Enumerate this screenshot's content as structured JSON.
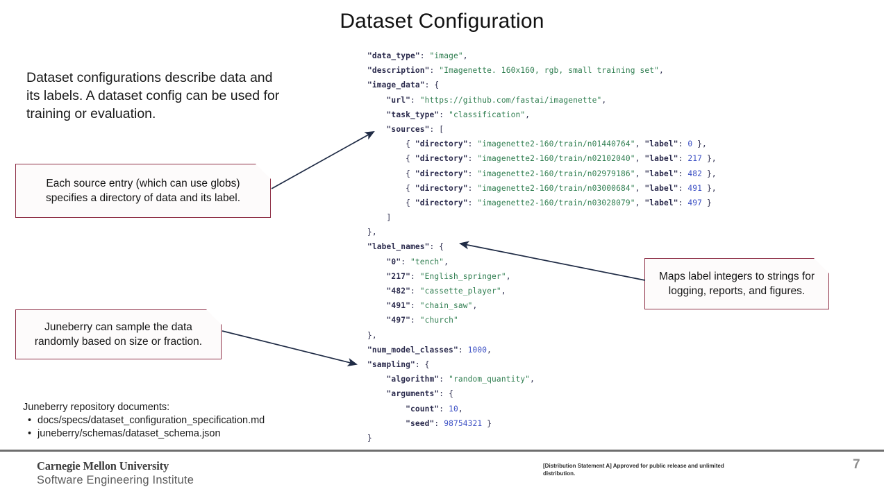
{
  "slide": {
    "title": "Dataset Configuration",
    "page_number": "7"
  },
  "intro": {
    "text": "Dataset configurations describe data and its labels. A dataset config can be used for training or evaluation."
  },
  "callouts": {
    "sources": "Each source entry (which can use globs) specifies a directory of data and its label.",
    "sampling": "Juneberry can sample the data randomly based on size or fraction.",
    "label_names": "Maps label integers to strings for logging, reports, and figures."
  },
  "repo_docs": {
    "heading": "Juneberry repository documents:",
    "items": [
      "docs/specs/dataset_configuration_specification.md",
      "juneberry/schemas/dataset_schema.json"
    ],
    "bullet": "•"
  },
  "footer": {
    "org_line1": "Carnegie Mellon University",
    "org_line2": "Software Engineering Institute",
    "distribution": "[Distribution Statement A] Approved for public release and unlimited distribution."
  },
  "colors": {
    "callout_border": "#8e2f46",
    "arrow": "#1f2b45",
    "rule": "#6e6e6e",
    "key": "#2b2b4d",
    "string": "#2e7d4f",
    "number": "#3b4fc4"
  },
  "json_config": {
    "lines": [
      [
        {
          "t": "\"data_type\"",
          "c": "k"
        },
        {
          "t": ": ",
          "c": "p"
        },
        {
          "t": "\"image\"",
          "c": "s"
        },
        {
          "t": ",",
          "c": "p"
        }
      ],
      [
        {
          "t": "\"description\"",
          "c": "k"
        },
        {
          "t": ": ",
          "c": "p"
        },
        {
          "t": "\"Imagenette. 160x160, rgb, small training set\"",
          "c": "s"
        },
        {
          "t": ",",
          "c": "p"
        }
      ],
      [
        {
          "t": "\"image_data\"",
          "c": "k"
        },
        {
          "t": ": {",
          "c": "p"
        }
      ],
      [
        {
          "t": "    \"url\"",
          "c": "k"
        },
        {
          "t": ": ",
          "c": "p"
        },
        {
          "t": "\"https://github.com/fastai/imagenette\"",
          "c": "s"
        },
        {
          "t": ",",
          "c": "p"
        }
      ],
      [
        {
          "t": "    \"task_type\"",
          "c": "k"
        },
        {
          "t": ": ",
          "c": "p"
        },
        {
          "t": "\"classification\"",
          "c": "s"
        },
        {
          "t": ",",
          "c": "p"
        }
      ],
      [
        {
          "t": "    \"sources\"",
          "c": "k"
        },
        {
          "t": ": [",
          "c": "p"
        }
      ],
      [
        {
          "t": "        { ",
          "c": "p"
        },
        {
          "t": "\"directory\"",
          "c": "k"
        },
        {
          "t": ": ",
          "c": "p"
        },
        {
          "t": "\"imagenette2-160/train/n01440764\"",
          "c": "s"
        },
        {
          "t": ", ",
          "c": "p"
        },
        {
          "t": "\"label\"",
          "c": "k"
        },
        {
          "t": ": ",
          "c": "p"
        },
        {
          "t": "0",
          "c": "n"
        },
        {
          "t": " },",
          "c": "p"
        }
      ],
      [
        {
          "t": "        { ",
          "c": "p"
        },
        {
          "t": "\"directory\"",
          "c": "k"
        },
        {
          "t": ": ",
          "c": "p"
        },
        {
          "t": "\"imagenette2-160/train/n02102040\"",
          "c": "s"
        },
        {
          "t": ", ",
          "c": "p"
        },
        {
          "t": "\"label\"",
          "c": "k"
        },
        {
          "t": ": ",
          "c": "p"
        },
        {
          "t": "217",
          "c": "n"
        },
        {
          "t": " },",
          "c": "p"
        }
      ],
      [
        {
          "t": "        { ",
          "c": "p"
        },
        {
          "t": "\"directory\"",
          "c": "k"
        },
        {
          "t": ": ",
          "c": "p"
        },
        {
          "t": "\"imagenette2-160/train/n02979186\"",
          "c": "s"
        },
        {
          "t": ", ",
          "c": "p"
        },
        {
          "t": "\"label\"",
          "c": "k"
        },
        {
          "t": ": ",
          "c": "p"
        },
        {
          "t": "482",
          "c": "n"
        },
        {
          "t": " },",
          "c": "p"
        }
      ],
      [
        {
          "t": "        { ",
          "c": "p"
        },
        {
          "t": "\"directory\"",
          "c": "k"
        },
        {
          "t": ": ",
          "c": "p"
        },
        {
          "t": "\"imagenette2-160/train/n03000684\"",
          "c": "s"
        },
        {
          "t": ", ",
          "c": "p"
        },
        {
          "t": "\"label\"",
          "c": "k"
        },
        {
          "t": ": ",
          "c": "p"
        },
        {
          "t": "491",
          "c": "n"
        },
        {
          "t": " },",
          "c": "p"
        }
      ],
      [
        {
          "t": "        { ",
          "c": "p"
        },
        {
          "t": "\"directory\"",
          "c": "k"
        },
        {
          "t": ": ",
          "c": "p"
        },
        {
          "t": "\"imagenette2-160/train/n03028079\"",
          "c": "s"
        },
        {
          "t": ", ",
          "c": "p"
        },
        {
          "t": "\"label\"",
          "c": "k"
        },
        {
          "t": ": ",
          "c": "p"
        },
        {
          "t": "497",
          "c": "n"
        },
        {
          "t": " }",
          "c": "p"
        }
      ],
      [
        {
          "t": "    ]",
          "c": "p"
        }
      ],
      [
        {
          "t": "},",
          "c": "p"
        }
      ],
      [
        {
          "t": "\"label_names\"",
          "c": "k"
        },
        {
          "t": ": {",
          "c": "p"
        }
      ],
      [
        {
          "t": "    \"0\"",
          "c": "k"
        },
        {
          "t": ": ",
          "c": "p"
        },
        {
          "t": "\"tench\"",
          "c": "s"
        },
        {
          "t": ",",
          "c": "p"
        }
      ],
      [
        {
          "t": "    \"217\"",
          "c": "k"
        },
        {
          "t": ": ",
          "c": "p"
        },
        {
          "t": "\"English_springer\"",
          "c": "s"
        },
        {
          "t": ",",
          "c": "p"
        }
      ],
      [
        {
          "t": "    \"482\"",
          "c": "k"
        },
        {
          "t": ": ",
          "c": "p"
        },
        {
          "t": "\"cassette_player\"",
          "c": "s"
        },
        {
          "t": ",",
          "c": "p"
        }
      ],
      [
        {
          "t": "    \"491\"",
          "c": "k"
        },
        {
          "t": ": ",
          "c": "p"
        },
        {
          "t": "\"chain_saw\"",
          "c": "s"
        },
        {
          "t": ",",
          "c": "p"
        }
      ],
      [
        {
          "t": "    \"497\"",
          "c": "k"
        },
        {
          "t": ": ",
          "c": "p"
        },
        {
          "t": "\"church\"",
          "c": "s"
        }
      ],
      [
        {
          "t": "},",
          "c": "p"
        }
      ],
      [
        {
          "t": "\"num_model_classes\"",
          "c": "k"
        },
        {
          "t": ": ",
          "c": "p"
        },
        {
          "t": "1000",
          "c": "n"
        },
        {
          "t": ",",
          "c": "p"
        }
      ],
      [
        {
          "t": "\"sampling\"",
          "c": "k"
        },
        {
          "t": ": {",
          "c": "p"
        }
      ],
      [
        {
          "t": "    \"algorithm\"",
          "c": "k"
        },
        {
          "t": ": ",
          "c": "p"
        },
        {
          "t": "\"random_quantity\"",
          "c": "s"
        },
        {
          "t": ",",
          "c": "p"
        }
      ],
      [
        {
          "t": "    \"arguments\"",
          "c": "k"
        },
        {
          "t": ": {",
          "c": "p"
        }
      ],
      [
        {
          "t": "        \"count\"",
          "c": "k"
        },
        {
          "t": ": ",
          "c": "p"
        },
        {
          "t": "10",
          "c": "n"
        },
        {
          "t": ",",
          "c": "p"
        }
      ],
      [
        {
          "t": "        \"seed\"",
          "c": "k"
        },
        {
          "t": ": ",
          "c": "p"
        },
        {
          "t": "98754321",
          "c": "n"
        },
        {
          "t": " }",
          "c": "p"
        }
      ],
      [
        {
          "t": "}",
          "c": "p"
        }
      ]
    ]
  }
}
